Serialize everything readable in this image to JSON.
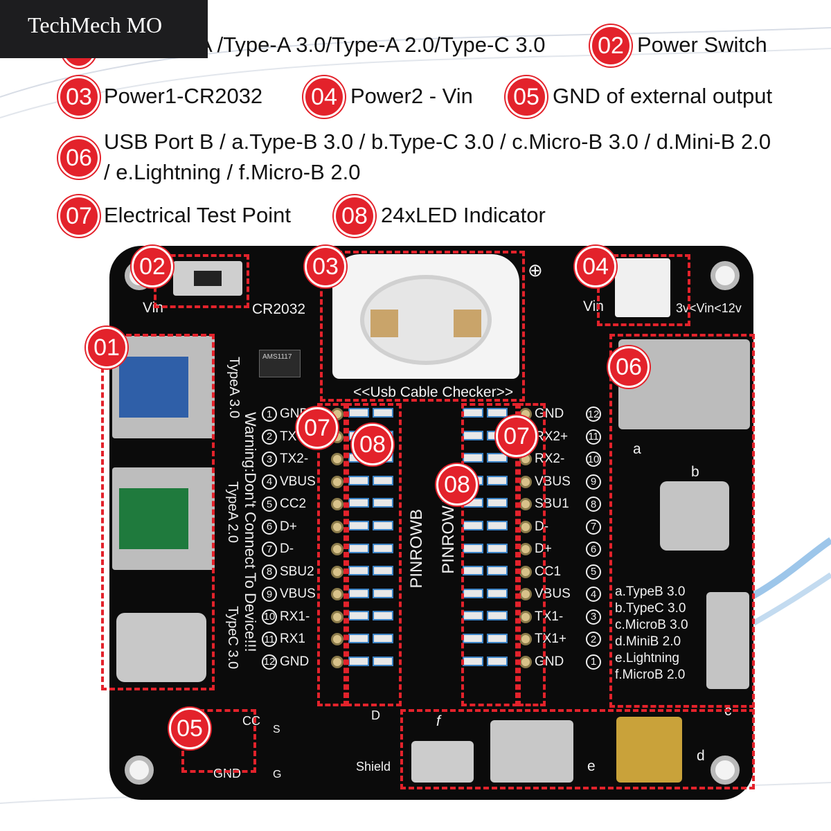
{
  "brand": "TechMech MO",
  "legend": [
    {
      "num": "02",
      "text": "Power Switch"
    },
    {
      "num": "03",
      "text": "Power1-CR2032"
    },
    {
      "num": "04",
      "text": "Power2 - Vin"
    },
    {
      "num": "05",
      "text": "GND of external output"
    },
    {
      "num": "06",
      "text": "USB Port B / a.Type-B 3.0 / b.Type-C 3.0 / c.Micro-B 3.0 / d.Mini-B 2.0",
      "text2": "/ e.Lightning / f.Micro-B 2.0"
    },
    {
      "num": "07",
      "text": "Electrical Test Point"
    },
    {
      "num": "08",
      "text": "24xLED Indicator"
    }
  ],
  "legend_line1_partial": "A /Type-A 3.0/Type-A 2.0/Type-C 3.0",
  "board_badges": [
    "01",
    "02",
    "03",
    "04",
    "05",
    "06",
    "07",
    "07",
    "08",
    "08"
  ],
  "silk": {
    "vin": "Vin",
    "cr2032": "CR2032",
    "checker": "<<Usb Cable Checker>>",
    "vin_right": "Vin",
    "vin_range": "3v<Vin<12v",
    "ams": "AMS1117",
    "typea3": "TypeA 3.0",
    "warning": "Warning:Don't Connect To Device!!!",
    "typea2": "TypeA 2.0",
    "typec3": "TypeC 3.0",
    "pinrowb": "PINROWB",
    "pinrowa": "PINROWA",
    "ports_right": [
      "a.TypeB 3.0",
      "b.TypeC 3.0",
      "c.MicroB 3.0",
      "d.MiniB 2.0",
      "e.Lightning",
      "f.MicroB 2.0"
    ],
    "gnd": "GND",
    "cc": "CC",
    "d": "D",
    "shield": "Shield",
    "s": "S",
    "g": "G",
    "f": "f",
    "a": "a",
    "b": "b",
    "c": "c",
    "dd": "d",
    "e": "e",
    "plus": "⊕"
  },
  "left_pins": [
    {
      "n": "1",
      "label": "GND"
    },
    {
      "n": "2",
      "label": "TX"
    },
    {
      "n": "3",
      "label": "TX2-"
    },
    {
      "n": "4",
      "label": "VBUS"
    },
    {
      "n": "5",
      "label": "CC2"
    },
    {
      "n": "6",
      "label": "D+"
    },
    {
      "n": "7",
      "label": "D-"
    },
    {
      "n": "8",
      "label": "SBU2"
    },
    {
      "n": "9",
      "label": "VBUS"
    },
    {
      "n": "10",
      "label": "RX1-"
    },
    {
      "n": "11",
      "label": "RX1"
    },
    {
      "n": "12",
      "label": "GND"
    }
  ],
  "right_pins": [
    {
      "n": "12",
      "label": "GND"
    },
    {
      "n": "11",
      "label": "RX2+"
    },
    {
      "n": "10",
      "label": "RX2-"
    },
    {
      "n": "9",
      "label": "VBUS"
    },
    {
      "n": "8",
      "label": "SBU1"
    },
    {
      "n": "7",
      "label": "D-"
    },
    {
      "n": "6",
      "label": "D+"
    },
    {
      "n": "5",
      "label": "CC1"
    },
    {
      "n": "4",
      "label": "VBUS"
    },
    {
      "n": "3",
      "label": "TX1-"
    },
    {
      "n": "2",
      "label": "TX1+"
    },
    {
      "n": "1",
      "label": "GND"
    }
  ],
  "colors": {
    "accent": "#e3222b",
    "board": "#0b0b0b",
    "led_trace": "#3b82c4"
  }
}
